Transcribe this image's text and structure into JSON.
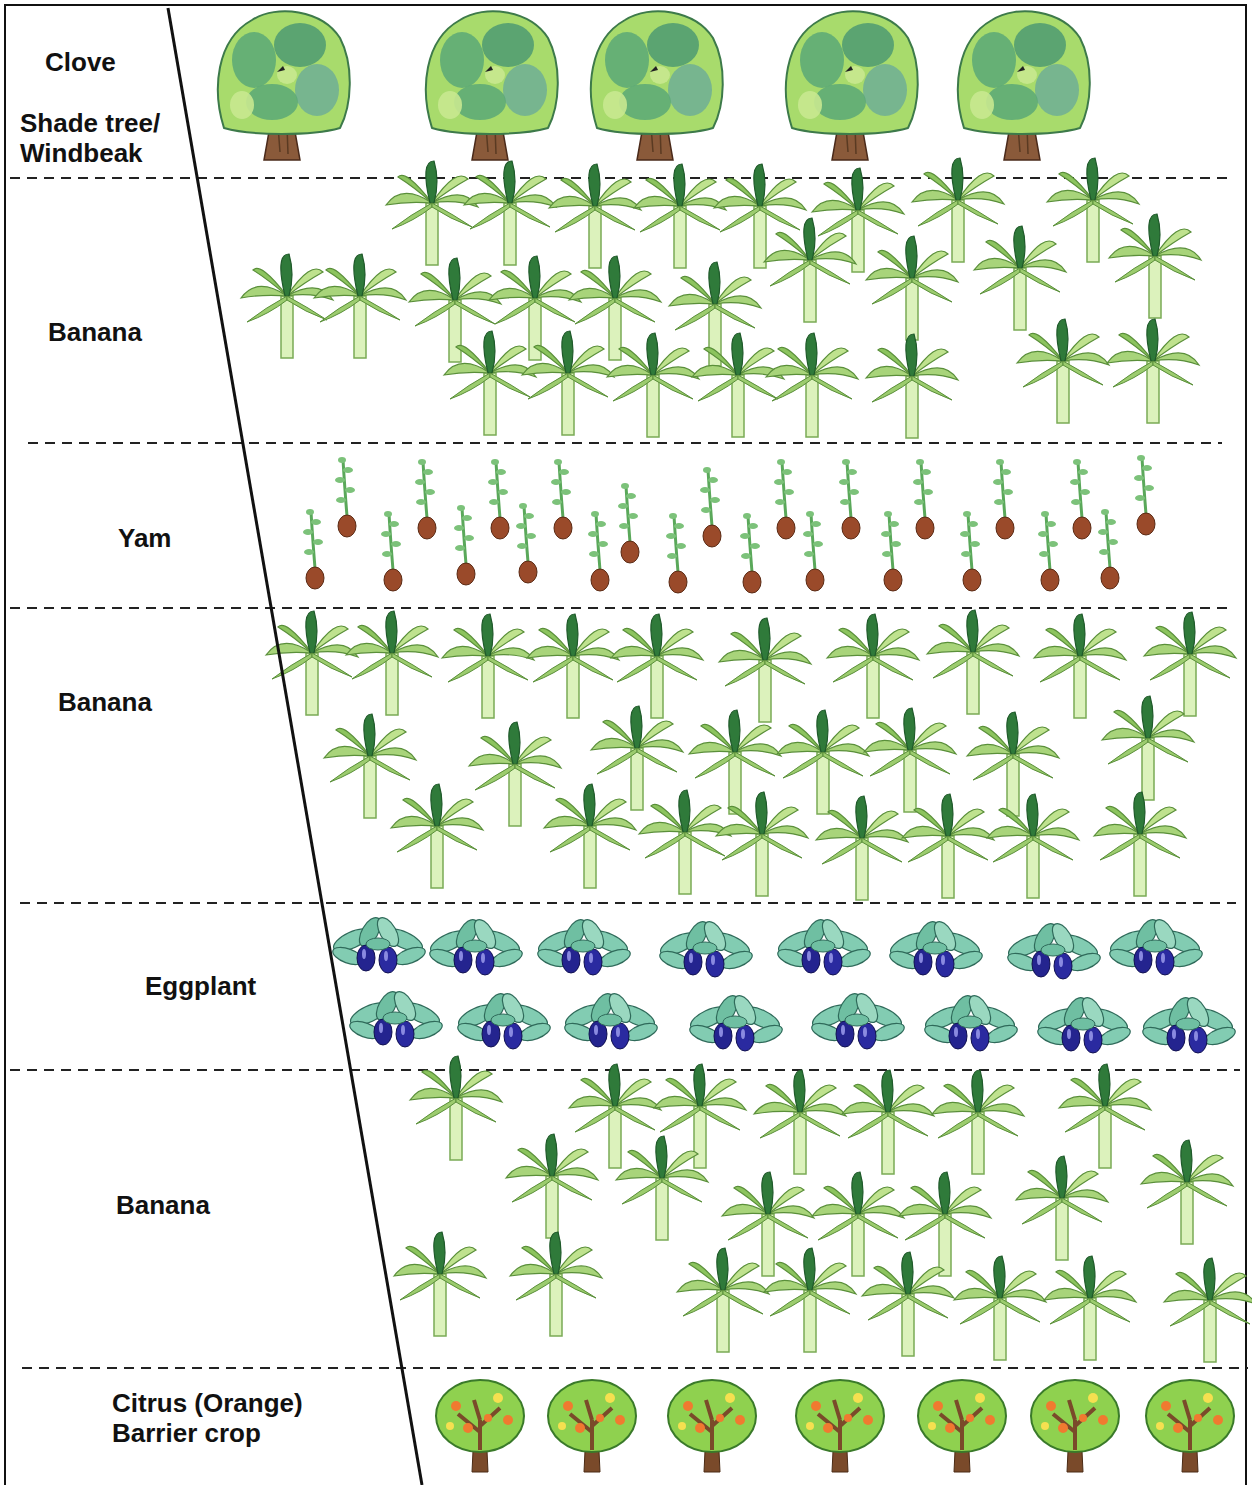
{
  "diagram": {
    "nodes": [
      {
        "text": [
          "Clove",
          "Shade tree/ Windbeak"
        ]
      },
      {
        "text": [
          "Banana"
        ]
      },
      {
        "text": [
          "Yam"
        ]
      },
      {
        "text": [
          "Banana"
        ]
      },
      {
        "text": [
          "Eggplant"
        ]
      },
      {
        "text": [
          "Banana"
        ]
      },
      {
        "text": [
          "Citrus (Orange) Barrier crop"
        ]
      }
    ]
  }
}
